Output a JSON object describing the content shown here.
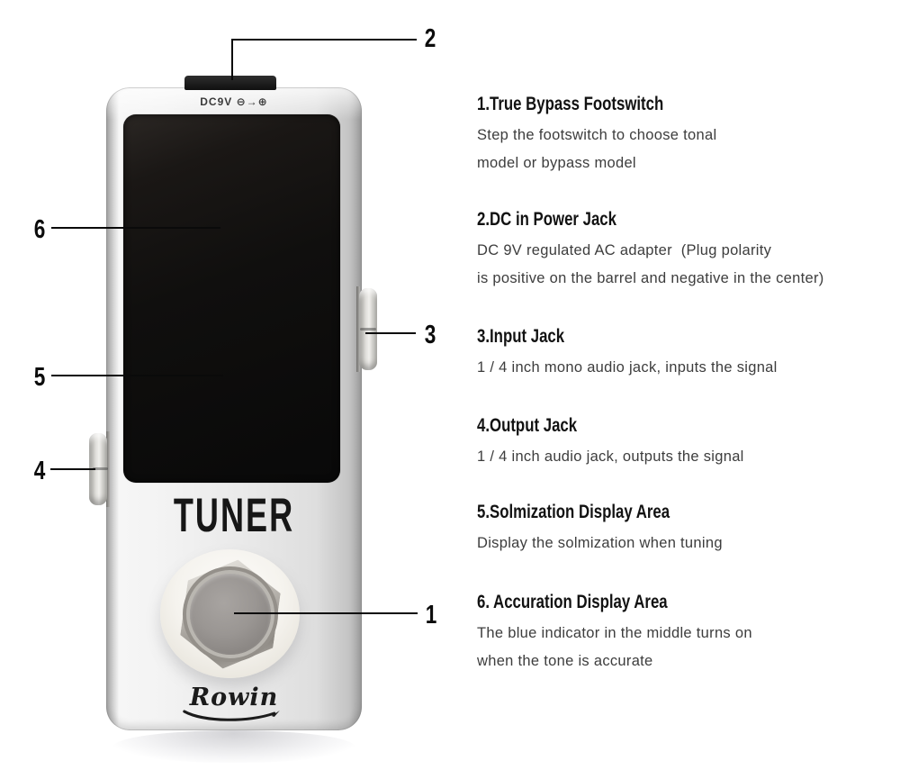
{
  "pedal": {
    "power_label": "DC9V ⊖→⊕",
    "model_label": "TUNER",
    "brand": "Rowin"
  },
  "callouts": {
    "footswitch": "1",
    "dc_power_jack": "2",
    "input_jack": "3",
    "output_jack": "4",
    "solmization_display": "5",
    "accuration_display": "6"
  },
  "sections": [
    {
      "heading": "1.True Bypass Footswitch",
      "lines": [
        "Step the footswitch to choose tonal",
        "model or bypass model"
      ]
    },
    {
      "heading": "2.DC in Power Jack",
      "lines": [
        "DC 9V regulated AC adapter  (Plug polarity",
        "is positive on the barrel and negative in the center)"
      ]
    },
    {
      "heading": "3.Input Jack",
      "lines": [
        "1 / 4 inch mono audio jack, inputs the signal"
      ]
    },
    {
      "heading": "4.Output Jack",
      "lines": [
        "1 / 4 inch audio jack, outputs the signal"
      ]
    },
    {
      "heading": "5.Solmization Display Area",
      "lines": [
        "Display the solmization when tuning"
      ]
    },
    {
      "heading": "6. Accuration Display Area",
      "lines": [
        "The blue indicator in the middle turns on",
        "when the tone is accurate"
      ]
    }
  ],
  "colors": {
    "background": "#ffffff",
    "callout_line": "#0a0a0a",
    "pedal_silver": "#eaeaea",
    "screen_black": "#100f0e",
    "heading_text": "#121212",
    "body_text": "#3d3d3d",
    "footswitch_ring": "#f5f3ee"
  }
}
